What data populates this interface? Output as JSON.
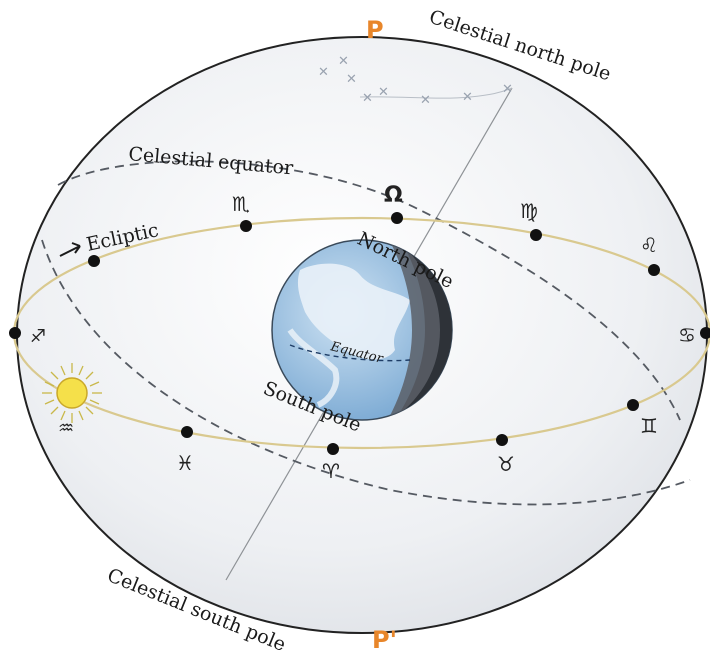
{
  "labels": {
    "pole_top": "P",
    "pole_bottom": "P'",
    "celestial_north_pole": "Celestial north pole",
    "celestial_south_pole": "Celestial south pole",
    "celestial_equator": "Celestial equator",
    "ecliptic": "Ecliptic",
    "north_pole": "North pole",
    "south_pole": "South pole",
    "equator": "Equator"
  },
  "zodiac": {
    "scorpio": "♏",
    "leo_node": "Ω",
    "virgo": "♍",
    "leo": "♌",
    "cancer": "♋",
    "gemini": "♊",
    "taurus": "♉",
    "aries": "♈",
    "pisces": "♓",
    "aquarius": "♒",
    "sagittarius": "♐"
  },
  "colors": {
    "sphere_fill": "#eef0f3",
    "ecliptic": "#d9c98f",
    "pole_letters": "#e8862a",
    "earth_ocean": "#8ab7dd",
    "earth_night": "#3f4248",
    "sun": "#f5e04a"
  }
}
